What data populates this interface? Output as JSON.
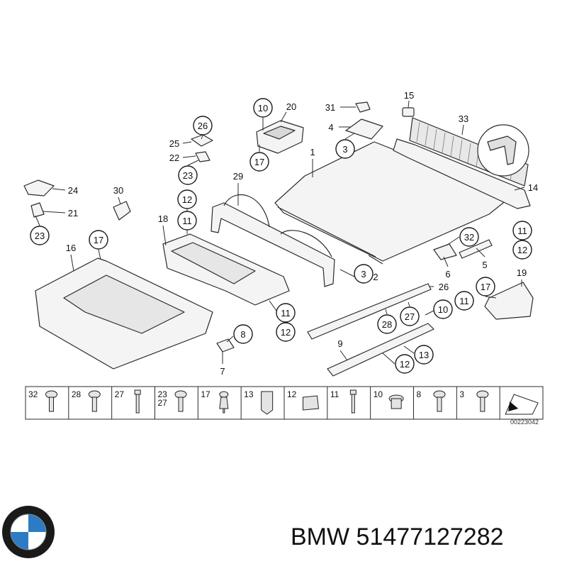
{
  "callouts": [
    {
      "id": "c10a",
      "text": "10",
      "circle": true
    },
    {
      "id": "c20",
      "text": "20",
      "circle": false
    },
    {
      "id": "c17a",
      "text": "17",
      "circle": true
    },
    {
      "id": "c31",
      "text": "31",
      "circle": false
    },
    {
      "id": "c4",
      "text": "4",
      "circle": false
    },
    {
      "id": "c3a",
      "text": "3",
      "circle": true
    },
    {
      "id": "c15",
      "text": "15",
      "circle": false
    },
    {
      "id": "c33",
      "text": "33",
      "circle": false
    },
    {
      "id": "c1",
      "text": "1",
      "circle": false
    },
    {
      "id": "c26a",
      "text": "26",
      "circle": true
    },
    {
      "id": "c25",
      "text": "25",
      "circle": false
    },
    {
      "id": "c22",
      "text": "22",
      "circle": false
    },
    {
      "id": "c23a",
      "text": "23",
      "circle": true
    },
    {
      "id": "c24",
      "text": "24",
      "circle": false
    },
    {
      "id": "c30",
      "text": "30",
      "circle": false
    },
    {
      "id": "c21",
      "text": "21",
      "circle": false
    },
    {
      "id": "c23b",
      "text": "23",
      "circle": true
    },
    {
      "id": "c29",
      "text": "29",
      "circle": false
    },
    {
      "id": "c12a",
      "text": "12",
      "circle": true
    },
    {
      "id": "c11a",
      "text": "11",
      "circle": true
    },
    {
      "id": "c18",
      "text": "18",
      "circle": false
    },
    {
      "id": "c14",
      "text": "14",
      "circle": false
    },
    {
      "id": "c17b",
      "text": "17",
      "circle": true
    },
    {
      "id": "c16",
      "text": "16",
      "circle": false
    },
    {
      "id": "c32a",
      "text": "32",
      "circle": true
    },
    {
      "id": "c11b",
      "text": "11",
      "circle": true
    },
    {
      "id": "c12b",
      "text": "12",
      "circle": true
    },
    {
      "id": "c3b",
      "text": "3",
      "circle": true
    },
    {
      "id": "c2",
      "text": "2",
      "circle": false
    },
    {
      "id": "c6",
      "text": "6",
      "circle": false
    },
    {
      "id": "c5",
      "text": "5",
      "circle": false
    },
    {
      "id": "c19",
      "text": "19",
      "circle": false
    },
    {
      "id": "c26b",
      "text": "26",
      "circle": false
    },
    {
      "id": "c17c",
      "text": "17",
      "circle": true
    },
    {
      "id": "c11c",
      "text": "11",
      "circle": true
    },
    {
      "id": "c10b",
      "text": "10",
      "circle": true
    },
    {
      "id": "c11d",
      "text": "11",
      "circle": true
    },
    {
      "id": "c12c",
      "text": "12",
      "circle": true
    },
    {
      "id": "c27",
      "text": "27",
      "circle": true
    },
    {
      "id": "c28",
      "text": "28",
      "circle": true
    },
    {
      "id": "c8",
      "text": "8",
      "circle": true
    },
    {
      "id": "c7",
      "text": "7",
      "circle": false
    },
    {
      "id": "c9",
      "text": "9",
      "circle": false
    },
    {
      "id": "c13",
      "text": "13",
      "circle": true
    },
    {
      "id": "c12d",
      "text": "12",
      "circle": true
    }
  ],
  "fastener_strip": [
    {
      "label": "32",
      "icon": "torx-screw-icon"
    },
    {
      "label": "28",
      "icon": "flange-screw-icon"
    },
    {
      "label": "27",
      "icon": "long-bolt-icon"
    },
    {
      "label": "23\n27",
      "icon": "flange-screw-icon"
    },
    {
      "label": "17",
      "icon": "expanding-rivet-icon"
    },
    {
      "label": "13",
      "icon": "spring-clip-icon"
    },
    {
      "label": "12",
      "icon": "clip-nut-icon"
    },
    {
      "label": "11",
      "icon": "hex-bolt-icon"
    },
    {
      "label": "10",
      "icon": "grommet-icon"
    },
    {
      "label": "8",
      "icon": "screw-icon"
    },
    {
      "label": "3",
      "icon": "torx-screw-icon"
    }
  ],
  "diagram_number": "00223042",
  "brand": {
    "logo_letters": "BMW",
    "caption": "BMW 51477127282"
  },
  "colors": {
    "line": "#2b2b2b",
    "fill": "#f2f2f2",
    "shade": "#cfcfcf",
    "logo_blue": "#2c7bc4",
    "logo_ring": "#1a1a1a"
  }
}
